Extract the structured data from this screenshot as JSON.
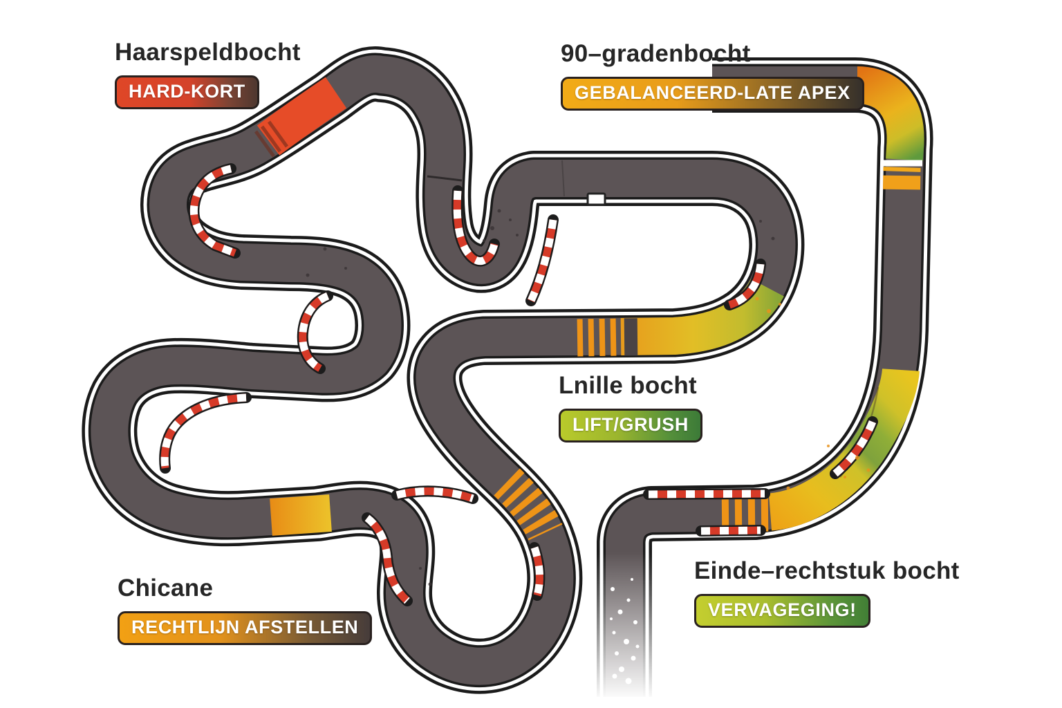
{
  "figure": {
    "type": "kart-track-corner-guide",
    "background": "#ffffff",
    "language": "Dutch"
  },
  "corners": [
    {
      "id": "hairpin",
      "heading": "Haarspeldbocht",
      "badge": "HARD-KORT",
      "badge_gradient": [
        "#df4727",
        "#4e372f"
      ]
    },
    {
      "id": "ninety",
      "heading": "90–gradenbocht",
      "badge": "GEBALANCEERD-LATE APEX",
      "badge_gradient": [
        "#f2ab17",
        "#35302b"
      ]
    },
    {
      "id": "fast",
      "heading": "Lnille bocht",
      "badge": "LIFT/GRUSH",
      "badge_gradient": [
        "#b9ca2b",
        "#3c7a38"
      ]
    },
    {
      "id": "chicane",
      "heading": "Chicane",
      "badge": "RECHTLIJN AFSTELLEN",
      "badge_gradient": [
        "#f2a014",
        "#463c3a"
      ]
    },
    {
      "id": "end_straight",
      "heading": "Einde–rechtstuk bocht",
      "badge": "VERVAGEGING!",
      "badge_gradient": [
        "#c4ce2f",
        "#417f36"
      ]
    }
  ],
  "track_palette": {
    "asphalt": "#5c5456",
    "outline": "#1b1b1b",
    "edge_line": "#ffffff",
    "curb_red": "#d63a28",
    "curb_white": "#ffffff",
    "brake_zone_red": "#e64c28",
    "rumble_strip_orange": "#ef9417",
    "speed_zone_yellow": "#e8c020",
    "speed_zone_green": "#6f9c3a"
  }
}
